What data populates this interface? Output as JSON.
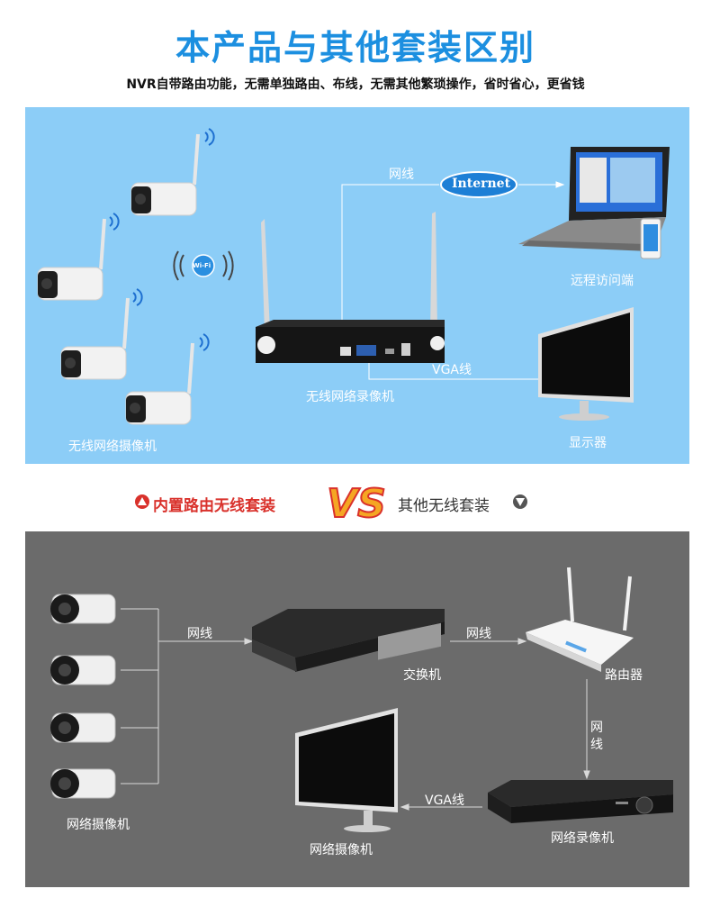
{
  "header": {
    "title": "本产品与其他套装区别",
    "subtitle": "NVR自带路由功能，无需单独路由、布线，无需其他繁琐操作，省时省心，更省钱"
  },
  "top_panel": {
    "wifi_badge": "Wi-Fi",
    "internet_badge": "Internet",
    "label_network_cable": "网线",
    "label_vga": "VGA线",
    "label_remote": "远程访问端",
    "label_nvr": "无线网络录像机",
    "label_cameras": "无线网络摄像机",
    "label_monitor": "显示器"
  },
  "compare": {
    "left": "内置路由无线套装",
    "vs": "VS",
    "right": "其他无线套装"
  },
  "bottom_panel": {
    "label_cable_1": "网线",
    "label_switch": "交换机",
    "label_cable_2": "网线",
    "label_router": "路由器",
    "label_cable_3_line1": "网",
    "label_cable_3_line2": "线",
    "label_cameras": "网络摄像机",
    "label_vga": "VGA线",
    "label_recorder": "网络录像机",
    "label_monitor": "网络摄像机"
  },
  "colors": {
    "title": "#1c8fe0",
    "top_panel_bg": "#8ccdf7",
    "bottom_panel_bg": "#6b6b6b",
    "vs_red": "#d9312b",
    "vs_orange": "#f5a623"
  }
}
